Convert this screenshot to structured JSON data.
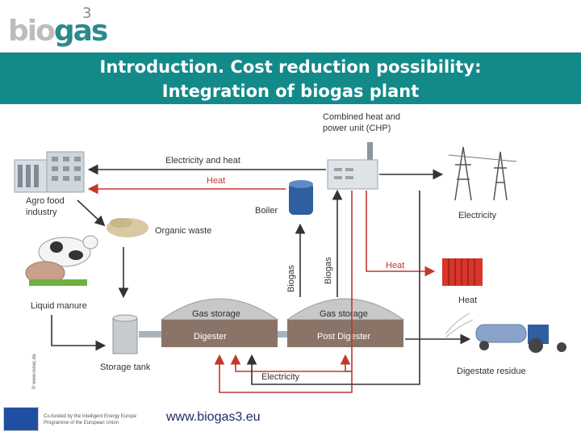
{
  "logo": {
    "part1": "bio",
    "part2": "gas",
    "superscript": "3"
  },
  "title": {
    "line1": "Introduction. Cost reduction possibility:",
    "line2": "Integration of biogas plant"
  },
  "diagram": {
    "chp_label_line1": "Combined heat and",
    "chp_label_line2": "power unit (CHP)",
    "electricity_and_heat": "Electricity and heat",
    "heat_top": "Heat",
    "agro_food_line1": "Agro food",
    "agro_food_line2": "industry",
    "boiler": "Boiler",
    "organic_waste": "Organic waste",
    "electricity_right": "Electricity",
    "heat_arrow": "Heat",
    "heat_right": "Heat",
    "biogas_left": "Biogas",
    "biogas_right": "Biogas",
    "liquid_manure": "Liquid manure",
    "gas_storage_1": "Gas storage",
    "gas_storage_2": "Gas storage",
    "digester": "Digester",
    "post_digester": "Post Digester",
    "storage_tank": "Storage tank",
    "electricity_bottom": "Electricity",
    "digestate_residue": "Digestate residue",
    "copyright": "© www.renac.de"
  },
  "colors": {
    "teal": "#138a8a",
    "arrow_red": "#c0392b",
    "arrow_dark": "#333333",
    "digester_brown": "#8a7468",
    "dome_gray": "#c8c8c8"
  },
  "footer": {
    "eu_note_line1": "Co-funded by the Intelligent Energy Europe",
    "eu_note_line2": "Programme of the European Union",
    "url": "www.biogas3.eu"
  }
}
